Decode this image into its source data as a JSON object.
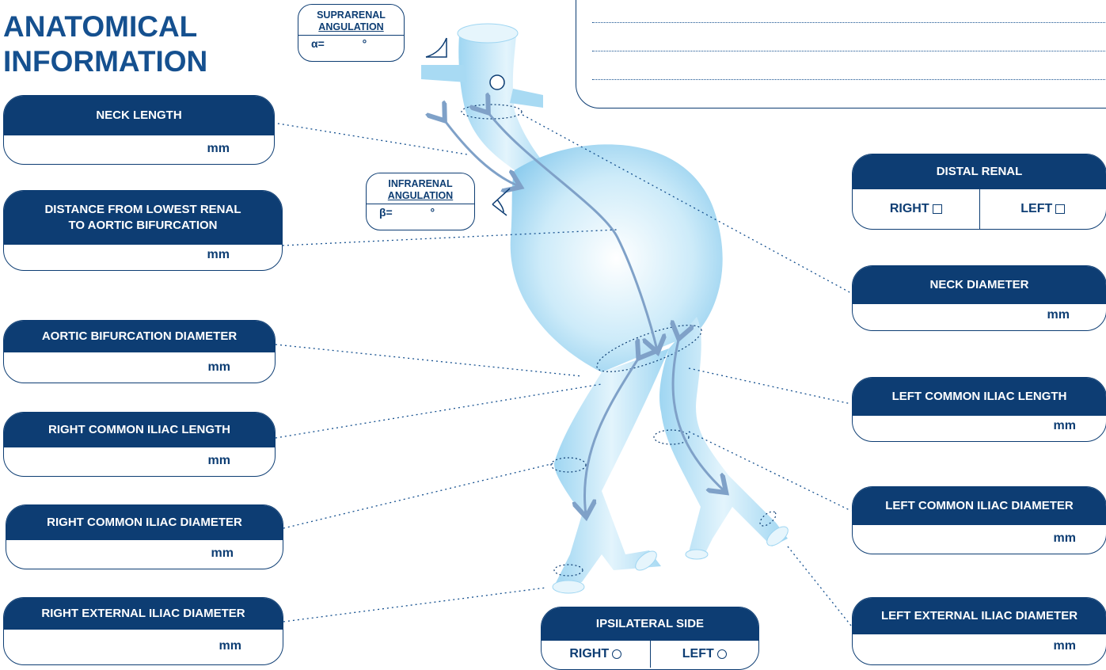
{
  "title": {
    "line1": "ANATOMICAL",
    "line2": "INFORMATION"
  },
  "unit": "mm",
  "left_boxes": {
    "neck_length": {
      "label": "NECK LENGTH"
    },
    "distance_renal": {
      "label_line1": "DISTANCE FROM LOWEST RENAL",
      "label_line2": "TO AORTIC BIFURCATION"
    },
    "bifurcation_diameter": {
      "label": "AORTIC BIFURCATION DIAMETER"
    },
    "right_ci_length": {
      "label": "RIGHT COMMON ILIAC LENGTH"
    },
    "right_ci_diameter": {
      "label": "RIGHT COMMON ILIAC DIAMETER"
    },
    "right_ei_diameter": {
      "label": "RIGHT EXTERNAL ILIAC DIAMETER"
    }
  },
  "right_boxes": {
    "distal_renal": {
      "label": "DISTAL RENAL",
      "right": "RIGHT",
      "left": "LEFT"
    },
    "neck_diameter": {
      "label": "NECK DIAMETER"
    },
    "left_ci_length": {
      "label": "LEFT COMMON ILIAC LENGTH"
    },
    "left_ci_diameter": {
      "label": "LEFT COMMON ILIAC DIAMETER"
    },
    "left_ei_diameter": {
      "label": "LEFT EXTERNAL ILIAC DIAMETER"
    }
  },
  "ipsilateral": {
    "label": "IPSILATERAL SIDE",
    "right": "RIGHT",
    "left": "LEFT"
  },
  "suprarenal": {
    "line1": "SUPRARENAL",
    "line2": "ANGULATION",
    "symbol": "α=",
    "degree": "°"
  },
  "infrarenal": {
    "line1": "INFRARENAL",
    "line2": "ANGULATION",
    "symbol": "β=",
    "degree": "°"
  },
  "colors": {
    "navy": "#0d3d73",
    "vessel": "#aedcf3",
    "arrow": "#7fa1c8"
  }
}
